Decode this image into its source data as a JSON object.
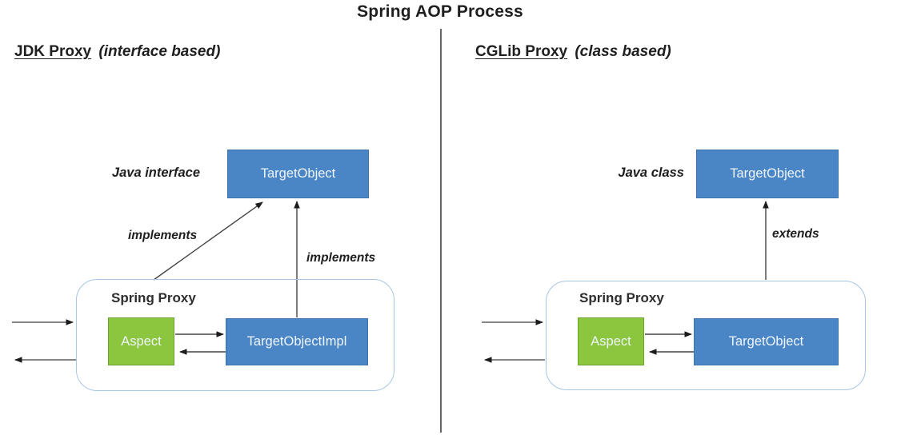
{
  "title": "Spring AOP Process",
  "colors": {
    "blue": "#4a86c6",
    "blue_border": "#3d74ae",
    "green": "#8cc63f",
    "green_border": "#6ba32e",
    "container_border": "#a8c6e5",
    "ink": "#1f1f1f",
    "arrow": "#454545",
    "ext_arrow": "#5e5e5e",
    "divider": "#3f3f3f",
    "arrowhead": "#1c1c1c"
  },
  "left": {
    "heading_term": "JDK Proxy",
    "heading_qualifier": "(interface based)",
    "type_label": "Java interface",
    "top_box_label": "TargetObject",
    "diagonal_arrow_label": "implements",
    "vertical_arrow_label": "implements",
    "container_label": "Spring Proxy",
    "aspect_label": "Aspect",
    "target_label": "TargetObjectImpl"
  },
  "right": {
    "heading_term": "CGLib Proxy",
    "heading_qualifier": "(class based)",
    "type_label": "Java class",
    "top_box_label": "TargetObject",
    "vertical_arrow_label": "extends",
    "container_label": "Spring Proxy",
    "aspect_label": "Aspect",
    "target_label": "TargetObject"
  }
}
